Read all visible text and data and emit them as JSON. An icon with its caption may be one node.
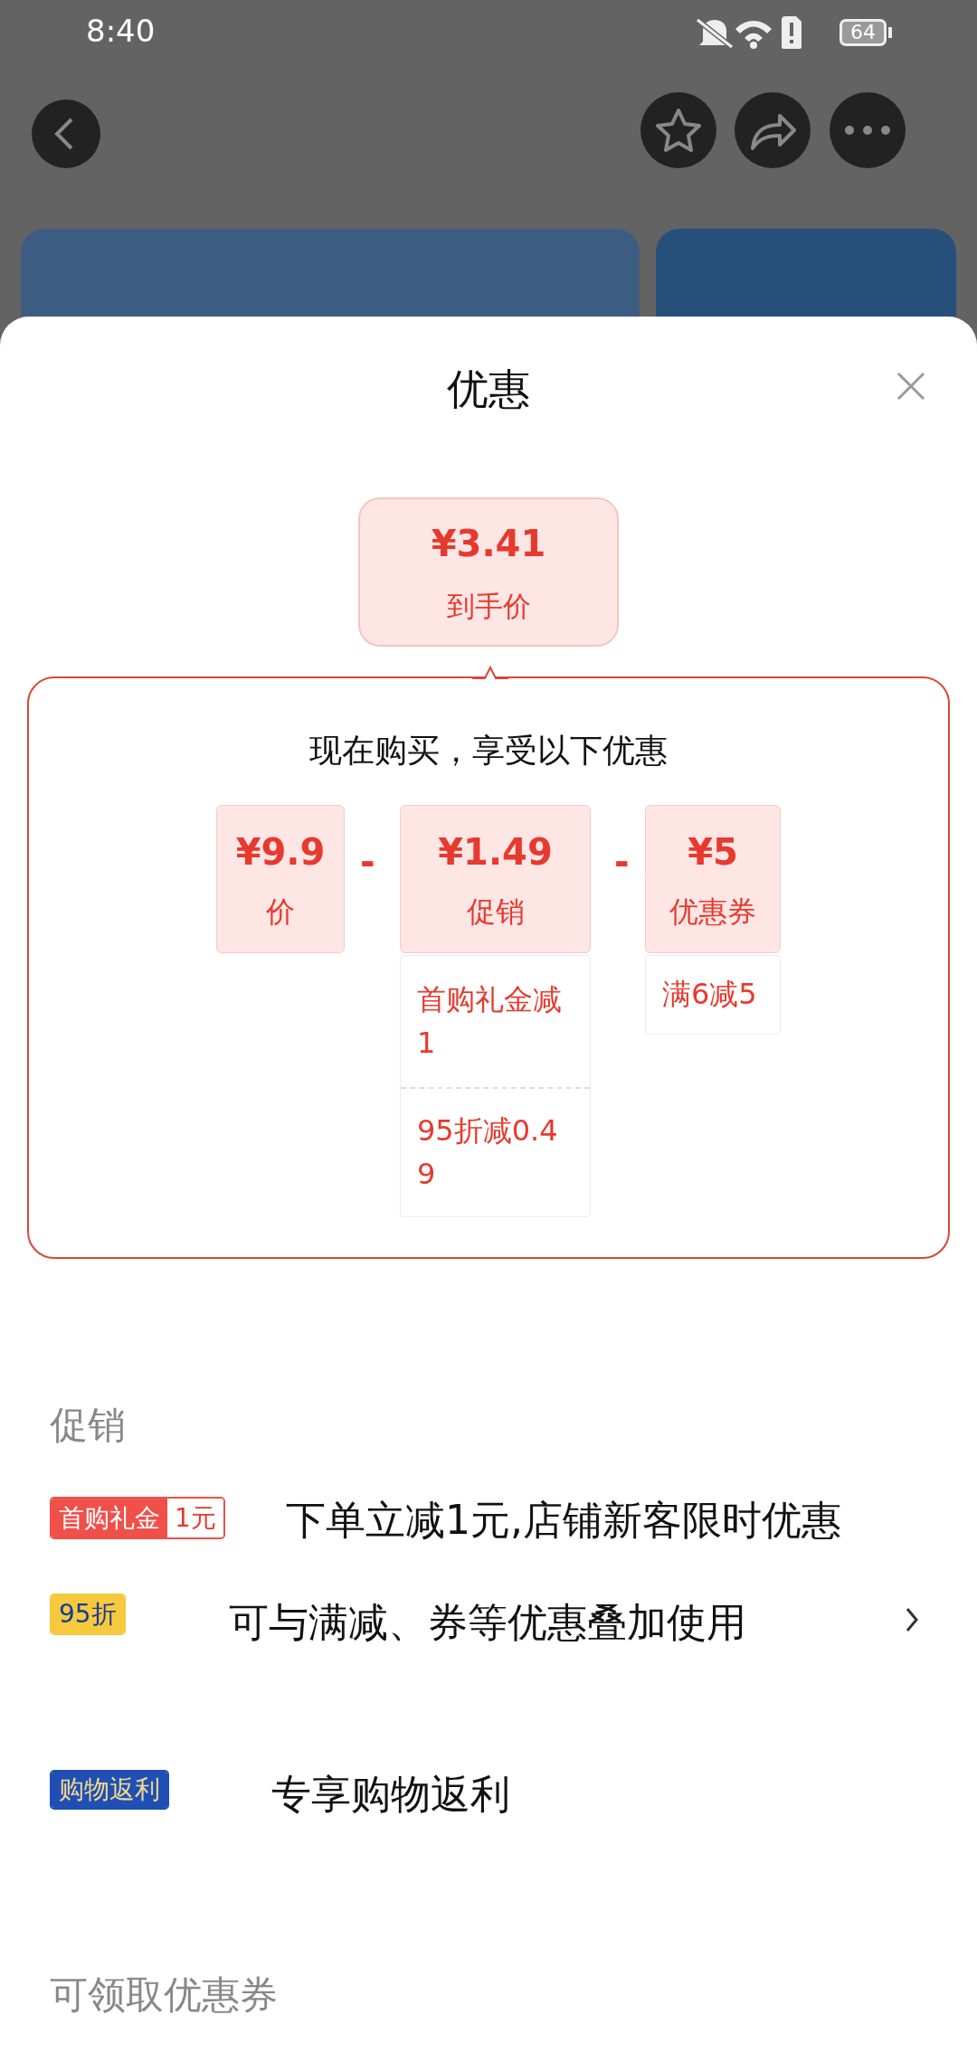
{
  "diagram": {
    "nodes": [
      {
        "text": [],
        "shape": "box"
      },
      {
        "text": [],
        "shape": "box"
      },
      {
        "text": [
          "¥3.41",
          "到手价"
        ]
      },
      {
        "text": [
          "现在购买，享受以下优惠"
        ]
      },
      {
        "text": [
          "¥9.9",
          "价"
        ],
        "in": 3
      },
      {
        "text": [
          "¥1.49",
          "促销"
        ],
        "in": 3
      },
      {
        "text": [
          "¥5",
          "优惠券"
        ],
        "in": 3
      },
      {
        "text": [
          "首购礼金减1",
          "95折减0.49"
        ],
        "in": 3
      },
      {
        "text": [
          "满6减5"
        ],
        "in": 3
      },
      {
        "text": [
          "首购礼金",
          "1元"
        ]
      },
      {
        "text": [
          "95折"
        ]
      },
      {
        "text": [
          "购物返利"
        ]
      }
    ],
    "labels": [
      "8:40",
      "64",
      "优惠",
      "-",
      "-",
      "促销",
      "下单立减1元,店铺新客限时优惠",
      "可与满减、券等优惠叠加使用",
      "专享购物返利",
      "可领取优惠券"
    ]
  }
}
